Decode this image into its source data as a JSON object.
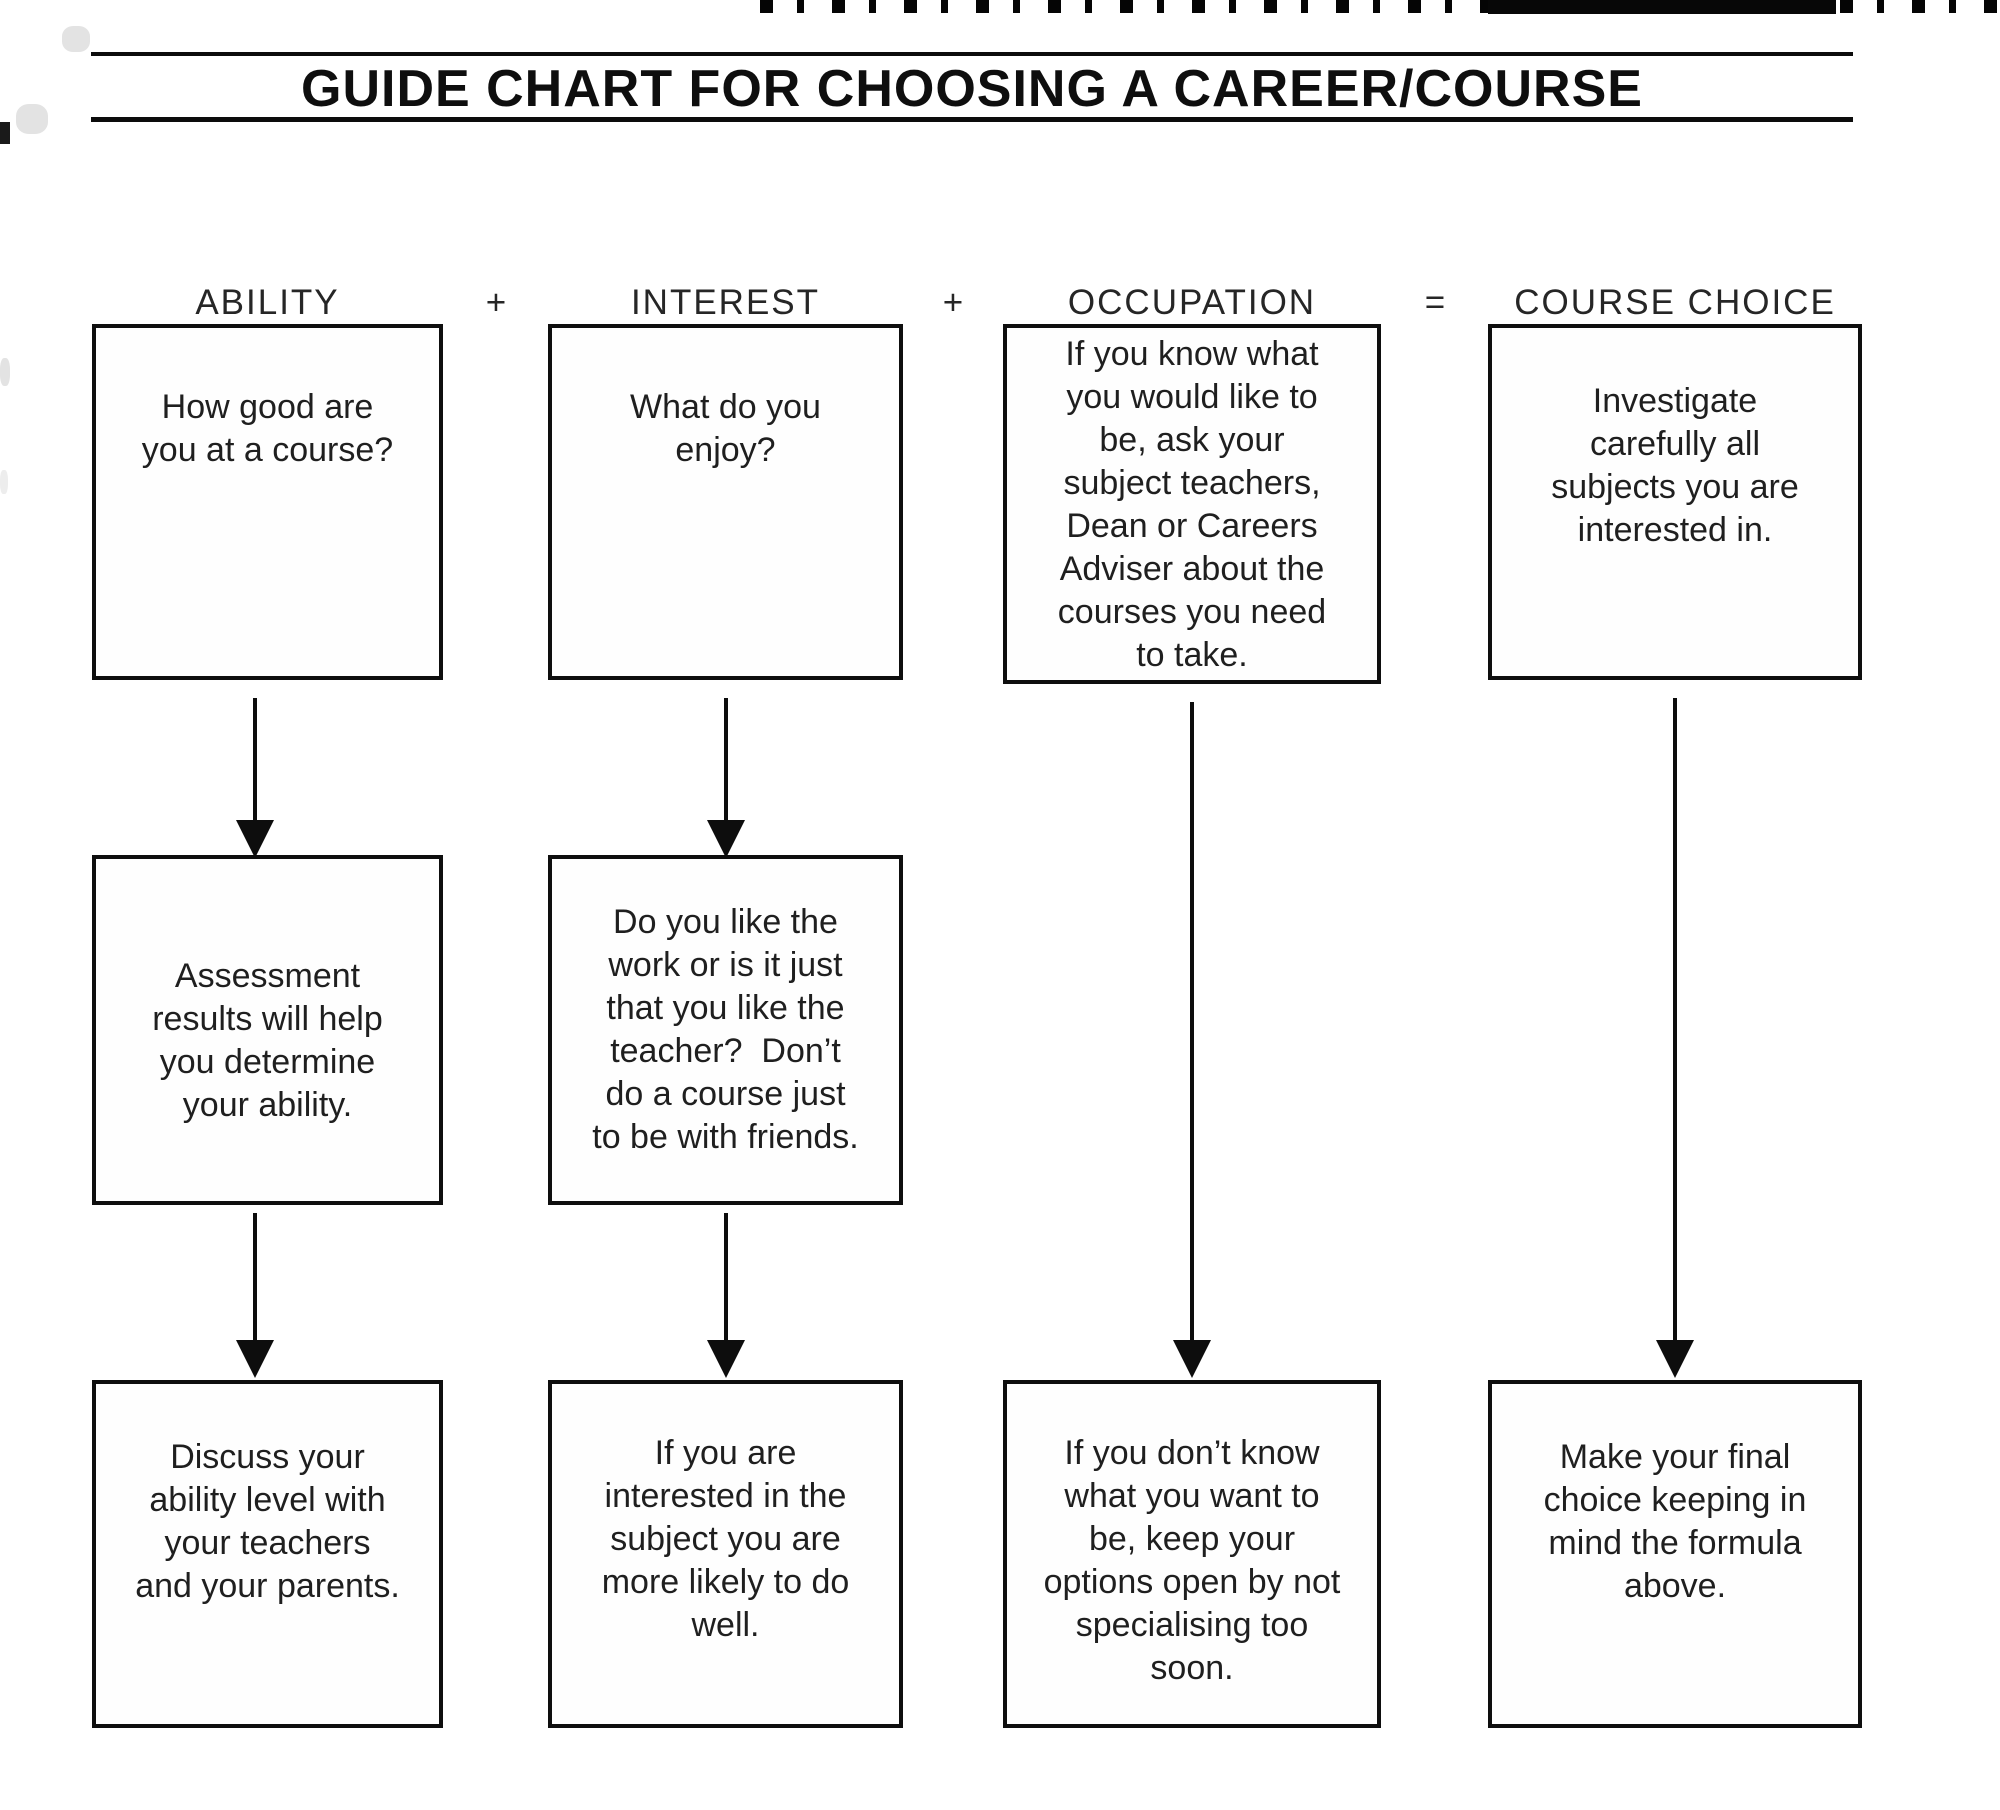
{
  "page": {
    "title": "GUIDE CHART FOR CHOOSING A CAREER/COURSE"
  },
  "formula": {
    "operators": [
      "+",
      "+",
      "="
    ]
  },
  "columns": [
    {
      "header": "ABILITY",
      "boxes": {
        "top": "How good are\nyou at a course?",
        "middle": "Assessment\nresults will help\nyou determine\nyour ability.",
        "bottom": "Discuss your\nability level with\nyour teachers\nand your parents."
      }
    },
    {
      "header": "INTEREST",
      "boxes": {
        "top": "What do you\nenjoy?",
        "middle": "Do you like the\nwork or is it just\nthat you like the\nteacher?  Don’t\ndo a course just\nto be with friends.",
        "bottom": "If you are\ninterested in the\nsubject you are\nmore likely to do\nwell."
      }
    },
    {
      "header": "OCCUPATION",
      "boxes": {
        "top": "If you know what\nyou would like to\nbe, ask your\nsubject teachers,\nDean or Careers\nAdviser about the\ncourses you need\nto take.",
        "bottom": "If you don’t know\nwhat you want to\nbe, keep your\noptions open by not\nspecialising too\nsoon."
      }
    },
    {
      "header": "COURSE CHOICE",
      "boxes": {
        "top": "Investigate\ncarefully all\nsubjects you are\ninterested in.",
        "bottom": "Make your final\nchoice keeping in\nmind the formula\nabove."
      }
    }
  ],
  "colors": {
    "ink": "#0e0e0e",
    "background": "#ffffff"
  }
}
